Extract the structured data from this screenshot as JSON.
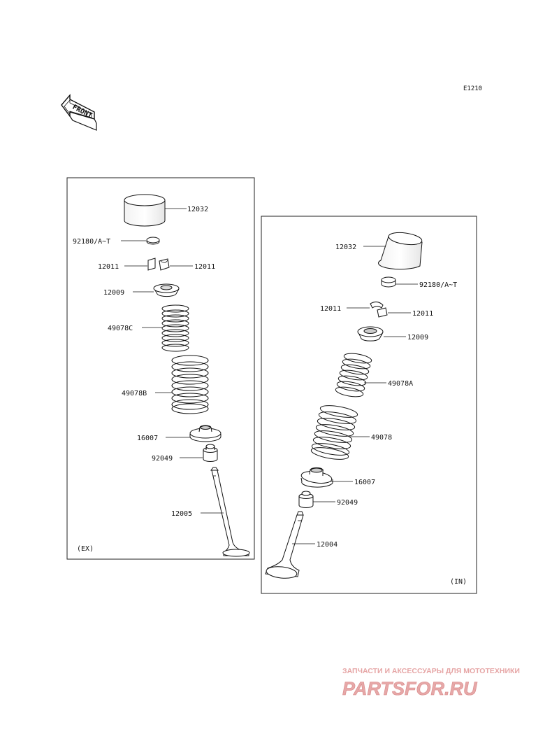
{
  "diagram_code": "E1210",
  "front_label": "FRONT",
  "exhaust": {
    "section_label": "(EX)",
    "parts": {
      "tappet": "12032",
      "shim": "92180/A~T",
      "keeper_left": "12011",
      "keeper_right": "12011",
      "retainer": "12009",
      "spring_inner": "49078C",
      "spring_outer": "49078B",
      "seat": "16007",
      "oil_seal": "92049",
      "valve": "12005"
    }
  },
  "intake": {
    "section_label": "(IN)",
    "parts": {
      "tappet": "12032",
      "shim": "92180/A~T",
      "keeper_left": "12011",
      "keeper_right": "12011",
      "retainer": "12009",
      "spring_inner": "49078A",
      "spring_outer": "49078",
      "seat": "16007",
      "oil_seal": "92049",
      "valve": "12004"
    }
  },
  "watermark": {
    "tagline": "ЗАПЧАСТИ И АКСЕССУАРЫ ДЛЯ МОТОТЕХНИКИ",
    "brand": "PARTSFOR.RU"
  }
}
